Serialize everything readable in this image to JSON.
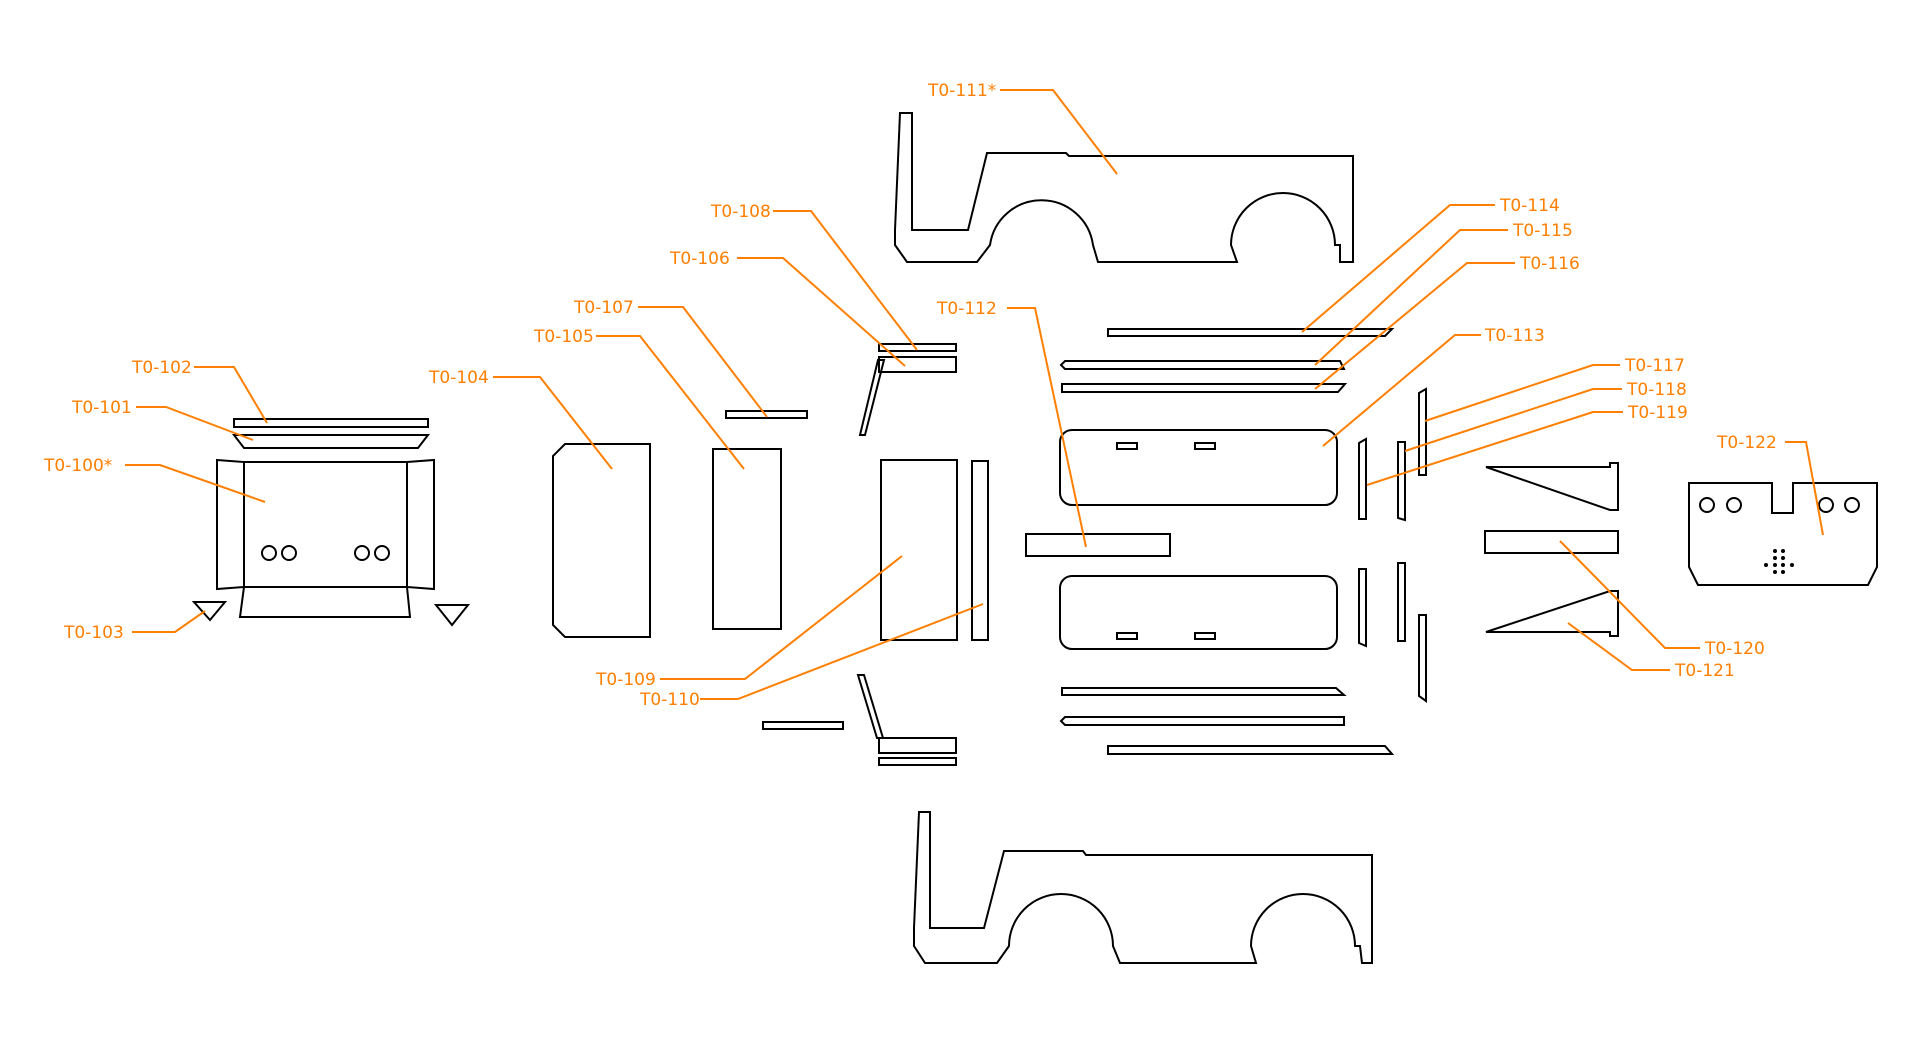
{
  "colors": {
    "label": "#ff7f00",
    "line": "#000000",
    "background": "#ffffff"
  },
  "labels": {
    "t0_100": "T0-100*",
    "t0_101": "T0-101",
    "t0_102": "T0-102",
    "t0_103": "T0-103",
    "t0_104": "T0-104",
    "t0_105": "T0-105",
    "t0_106": "T0-106",
    "t0_107": "T0-107",
    "t0_108": "T0-108",
    "t0_109": "T0-109",
    "t0_110": "T0-110",
    "t0_111": "T0-111*",
    "t0_112": "T0-112",
    "t0_113": "T0-113",
    "t0_114": "T0-114",
    "t0_115": "T0-115",
    "t0_116": "T0-116",
    "t0_117": "T0-117",
    "t0_118": "T0-118",
    "t0_119": "T0-119",
    "t0_120": "T0-120",
    "t0_121": "T0-121",
    "t0_122": "T0-122"
  }
}
